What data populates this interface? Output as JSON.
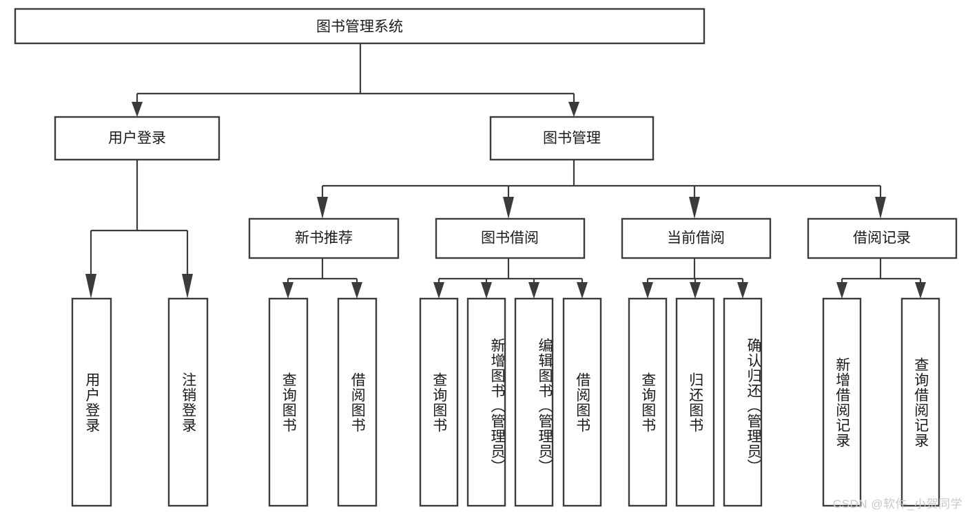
{
  "diagram": {
    "type": "tree-hierarchy",
    "title": "图书管理系统",
    "root": {
      "id": "root",
      "label": "图书管理系统"
    },
    "level1": [
      {
        "id": "user-login",
        "label": "用户登录"
      },
      {
        "id": "book-manage",
        "label": "图书管理"
      }
    ],
    "level2": [
      {
        "id": "new-book-recommend",
        "label": "新书推荐",
        "parent": "book-manage"
      },
      {
        "id": "book-borrow",
        "label": "图书借阅",
        "parent": "book-manage"
      },
      {
        "id": "current-borrow",
        "label": "当前借阅",
        "parent": "book-manage"
      },
      {
        "id": "borrow-record",
        "label": "借阅记录",
        "parent": "book-manage"
      }
    ],
    "leaves": [
      {
        "id": "leaf-user-login",
        "label": "用户登录",
        "parent": "user-login"
      },
      {
        "id": "leaf-logout-login",
        "label": "注销登录",
        "parent": "user-login"
      },
      {
        "id": "leaf-query-book-1",
        "label": "查询图书",
        "parent": "new-book-recommend"
      },
      {
        "id": "leaf-borrow-book-1",
        "label": "借阅图书",
        "parent": "new-book-recommend"
      },
      {
        "id": "leaf-query-book-2",
        "label": "查询图书",
        "parent": "book-borrow"
      },
      {
        "id": "leaf-add-book",
        "label": "新增图书（管理员）",
        "parent": "book-borrow"
      },
      {
        "id": "leaf-edit-book",
        "label": "编辑图书（管理员）",
        "parent": "book-borrow"
      },
      {
        "id": "leaf-borrow-book-2",
        "label": "借阅图书",
        "parent": "book-borrow"
      },
      {
        "id": "leaf-query-book-3",
        "label": "查询图书",
        "parent": "current-borrow"
      },
      {
        "id": "leaf-return-book",
        "label": "归还图书",
        "parent": "current-borrow"
      },
      {
        "id": "leaf-confirm-return",
        "label": "确认归还（管理员）",
        "parent": "current-borrow"
      },
      {
        "id": "leaf-add-record",
        "label": "新增借阅记录",
        "parent": "borrow-record"
      },
      {
        "id": "leaf-query-record",
        "label": "查询借阅记录",
        "parent": "borrow-record"
      }
    ],
    "colors": {
      "stroke": "#3b3b3b",
      "fill": "#ffffff",
      "text": "#1a1a1a",
      "watermark": "#c9c9c9"
    }
  },
  "watermark": {
    "text": "CSDN @软件_小贺同学"
  }
}
